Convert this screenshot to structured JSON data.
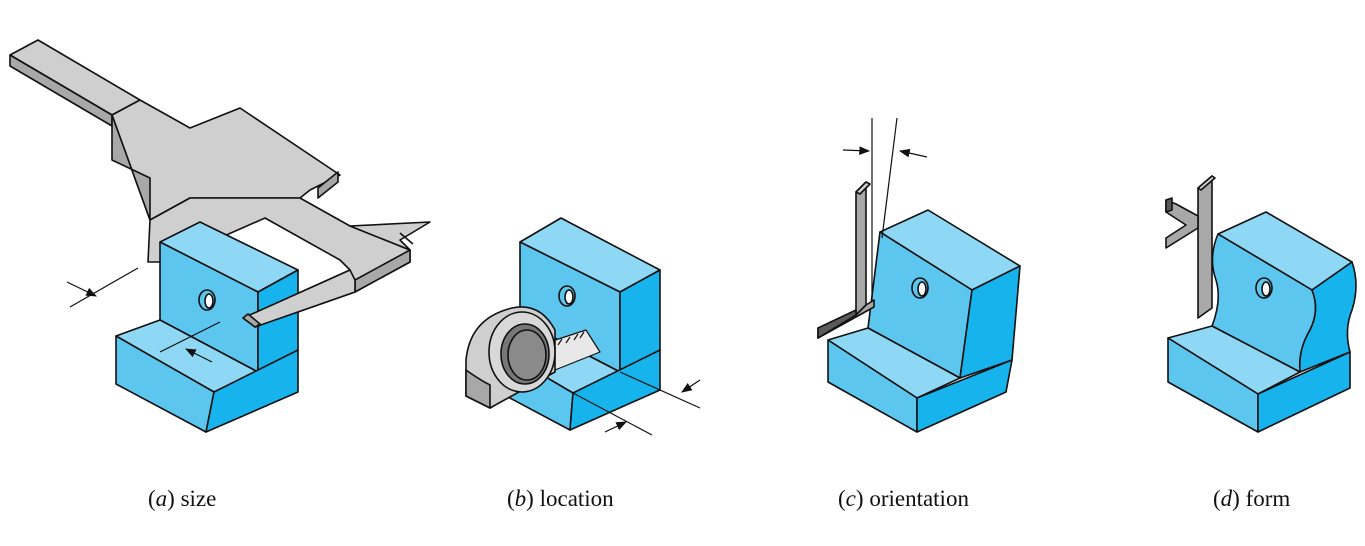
{
  "colors": {
    "part_top": "#8fd8f5",
    "part_front": "#5cc6ef",
    "part_side": "#16b3ec",
    "part_dark": "#0aa4dc",
    "tool_light": "#cfcfcf",
    "tool_mid": "#a8a8a8",
    "tool_dark": "#5a5a5a",
    "outline": "#111111"
  },
  "captions": [
    {
      "letter": "a",
      "label": "size"
    },
    {
      "letter": "b",
      "label": "location"
    },
    {
      "letter": "c",
      "label": "orientation"
    },
    {
      "letter": "d",
      "label": "form"
    }
  ],
  "icons": [
    "caliper-icon",
    "tape-measure-icon",
    "square-icon",
    "profile-gauge-icon"
  ]
}
